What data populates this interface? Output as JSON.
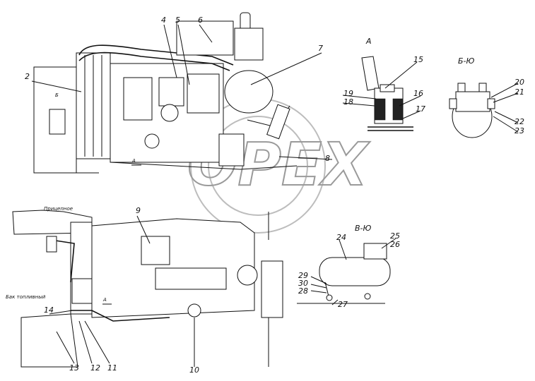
{
  "watermark": "OPEX",
  "view_labels": {
    "view_a": "А",
    "view_b": "Б-Ю",
    "view_v": "В-Ю"
  },
  "handwritten": {
    "top_label": "Прицепное",
    "side_label": "Бак топливный"
  },
  "callouts": [
    "2",
    "4",
    "5",
    "6",
    "7",
    "15",
    "19",
    "18",
    "16",
    "17",
    "20",
    "21",
    "22",
    "23",
    "8",
    "9",
    "24",
    "25",
    "26",
    "29",
    "30",
    "28",
    "27",
    "14",
    "13",
    "12",
    "11",
    "10"
  ],
  "flow_labels": {
    "arrow_b": "Б",
    "arrow_a_upper": "А",
    "arrow_a_lower": "А"
  }
}
